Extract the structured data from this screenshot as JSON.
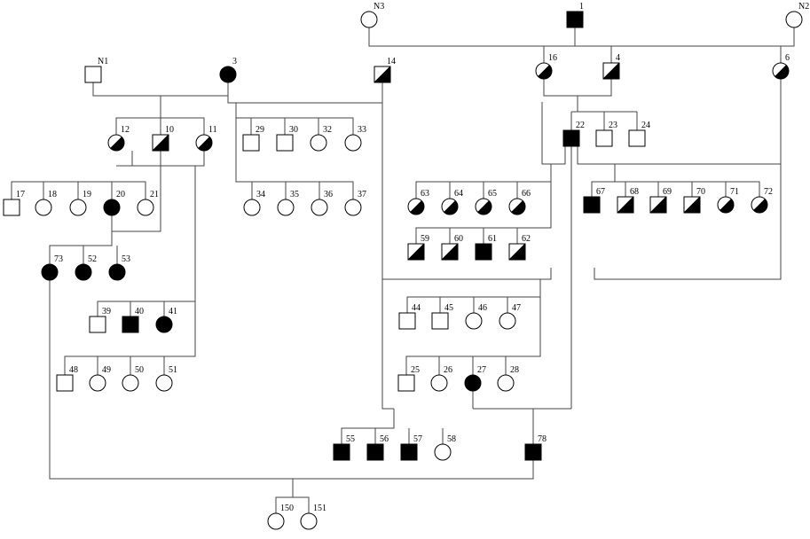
{
  "legend_note": "",
  "colors": {
    "line": "#444444",
    "affected": "#000000",
    "unaffected": "#ffffff"
  },
  "individuals": [
    {
      "id": "N3",
      "sex": "female",
      "status": "unaffected"
    },
    {
      "id": "1",
      "sex": "male",
      "status": "affected"
    },
    {
      "id": "N2",
      "sex": "female",
      "status": "unaffected"
    },
    {
      "id": "N1",
      "sex": "male",
      "status": "unaffected"
    },
    {
      "id": "3",
      "sex": "female",
      "status": "affected"
    },
    {
      "id": "14",
      "sex": "male",
      "status": "half"
    },
    {
      "id": "16",
      "sex": "female",
      "status": "half"
    },
    {
      "id": "4",
      "sex": "male",
      "status": "half"
    },
    {
      "id": "6",
      "sex": "female",
      "status": "half"
    },
    {
      "id": "12",
      "sex": "female",
      "status": "half"
    },
    {
      "id": "10",
      "sex": "male",
      "status": "half"
    },
    {
      "id": "11",
      "sex": "female",
      "status": "half"
    },
    {
      "id": "29",
      "sex": "male",
      "status": "unaffected"
    },
    {
      "id": "30",
      "sex": "male",
      "status": "unaffected"
    },
    {
      "id": "32",
      "sex": "female",
      "status": "unaffected"
    },
    {
      "id": "33",
      "sex": "female",
      "status": "unaffected"
    },
    {
      "id": "22",
      "sex": "male",
      "status": "affected"
    },
    {
      "id": "23",
      "sex": "male",
      "status": "unaffected"
    },
    {
      "id": "24",
      "sex": "male",
      "status": "unaffected"
    },
    {
      "id": "17",
      "sex": "male",
      "status": "unaffected"
    },
    {
      "id": "18",
      "sex": "female",
      "status": "unaffected"
    },
    {
      "id": "19",
      "sex": "female",
      "status": "unaffected"
    },
    {
      "id": "20",
      "sex": "female",
      "status": "affected"
    },
    {
      "id": "21",
      "sex": "female",
      "status": "unaffected"
    },
    {
      "id": "34",
      "sex": "female",
      "status": "unaffected"
    },
    {
      "id": "35",
      "sex": "female",
      "status": "unaffected"
    },
    {
      "id": "36",
      "sex": "female",
      "status": "unaffected"
    },
    {
      "id": "37",
      "sex": "female",
      "status": "unaffected"
    },
    {
      "id": "63",
      "sex": "female",
      "status": "half"
    },
    {
      "id": "64",
      "sex": "female",
      "status": "half"
    },
    {
      "id": "65",
      "sex": "female",
      "status": "half"
    },
    {
      "id": "66",
      "sex": "female",
      "status": "half"
    },
    {
      "id": "67",
      "sex": "male",
      "status": "affected"
    },
    {
      "id": "68",
      "sex": "male",
      "status": "half"
    },
    {
      "id": "69",
      "sex": "male",
      "status": "half"
    },
    {
      "id": "70",
      "sex": "male",
      "status": "half"
    },
    {
      "id": "71",
      "sex": "female",
      "status": "half"
    },
    {
      "id": "72",
      "sex": "female",
      "status": "half"
    },
    {
      "id": "59",
      "sex": "male",
      "status": "half"
    },
    {
      "id": "60",
      "sex": "male",
      "status": "half"
    },
    {
      "id": "61",
      "sex": "male",
      "status": "affected"
    },
    {
      "id": "62",
      "sex": "male",
      "status": "half"
    },
    {
      "id": "73",
      "sex": "female",
      "status": "affected"
    },
    {
      "id": "52",
      "sex": "female",
      "status": "affected"
    },
    {
      "id": "53",
      "sex": "female",
      "status": "affected"
    },
    {
      "id": "39",
      "sex": "male",
      "status": "unaffected"
    },
    {
      "id": "40",
      "sex": "male",
      "status": "affected"
    },
    {
      "id": "41",
      "sex": "female",
      "status": "affected"
    },
    {
      "id": "44",
      "sex": "male",
      "status": "unaffected"
    },
    {
      "id": "45",
      "sex": "male",
      "status": "unaffected"
    },
    {
      "id": "46",
      "sex": "female",
      "status": "unaffected"
    },
    {
      "id": "47",
      "sex": "female",
      "status": "unaffected"
    },
    {
      "id": "48",
      "sex": "male",
      "status": "unaffected"
    },
    {
      "id": "49",
      "sex": "female",
      "status": "unaffected"
    },
    {
      "id": "50",
      "sex": "female",
      "status": "unaffected"
    },
    {
      "id": "51",
      "sex": "female",
      "status": "unaffected"
    },
    {
      "id": "25",
      "sex": "male",
      "status": "unaffected"
    },
    {
      "id": "26",
      "sex": "female",
      "status": "unaffected"
    },
    {
      "id": "27",
      "sex": "female",
      "status": "affected"
    },
    {
      "id": "28",
      "sex": "female",
      "status": "unaffected"
    },
    {
      "id": "55",
      "sex": "male",
      "status": "affected"
    },
    {
      "id": "56",
      "sex": "male",
      "status": "affected"
    },
    {
      "id": "57",
      "sex": "male",
      "status": "affected"
    },
    {
      "id": "58",
      "sex": "female",
      "status": "unaffected"
    },
    {
      "id": "78",
      "sex": "male",
      "status": "affected"
    },
    {
      "id": "150",
      "sex": "female",
      "status": "unaffected"
    },
    {
      "id": "151",
      "sex": "female",
      "status": "unaffected"
    }
  ]
}
